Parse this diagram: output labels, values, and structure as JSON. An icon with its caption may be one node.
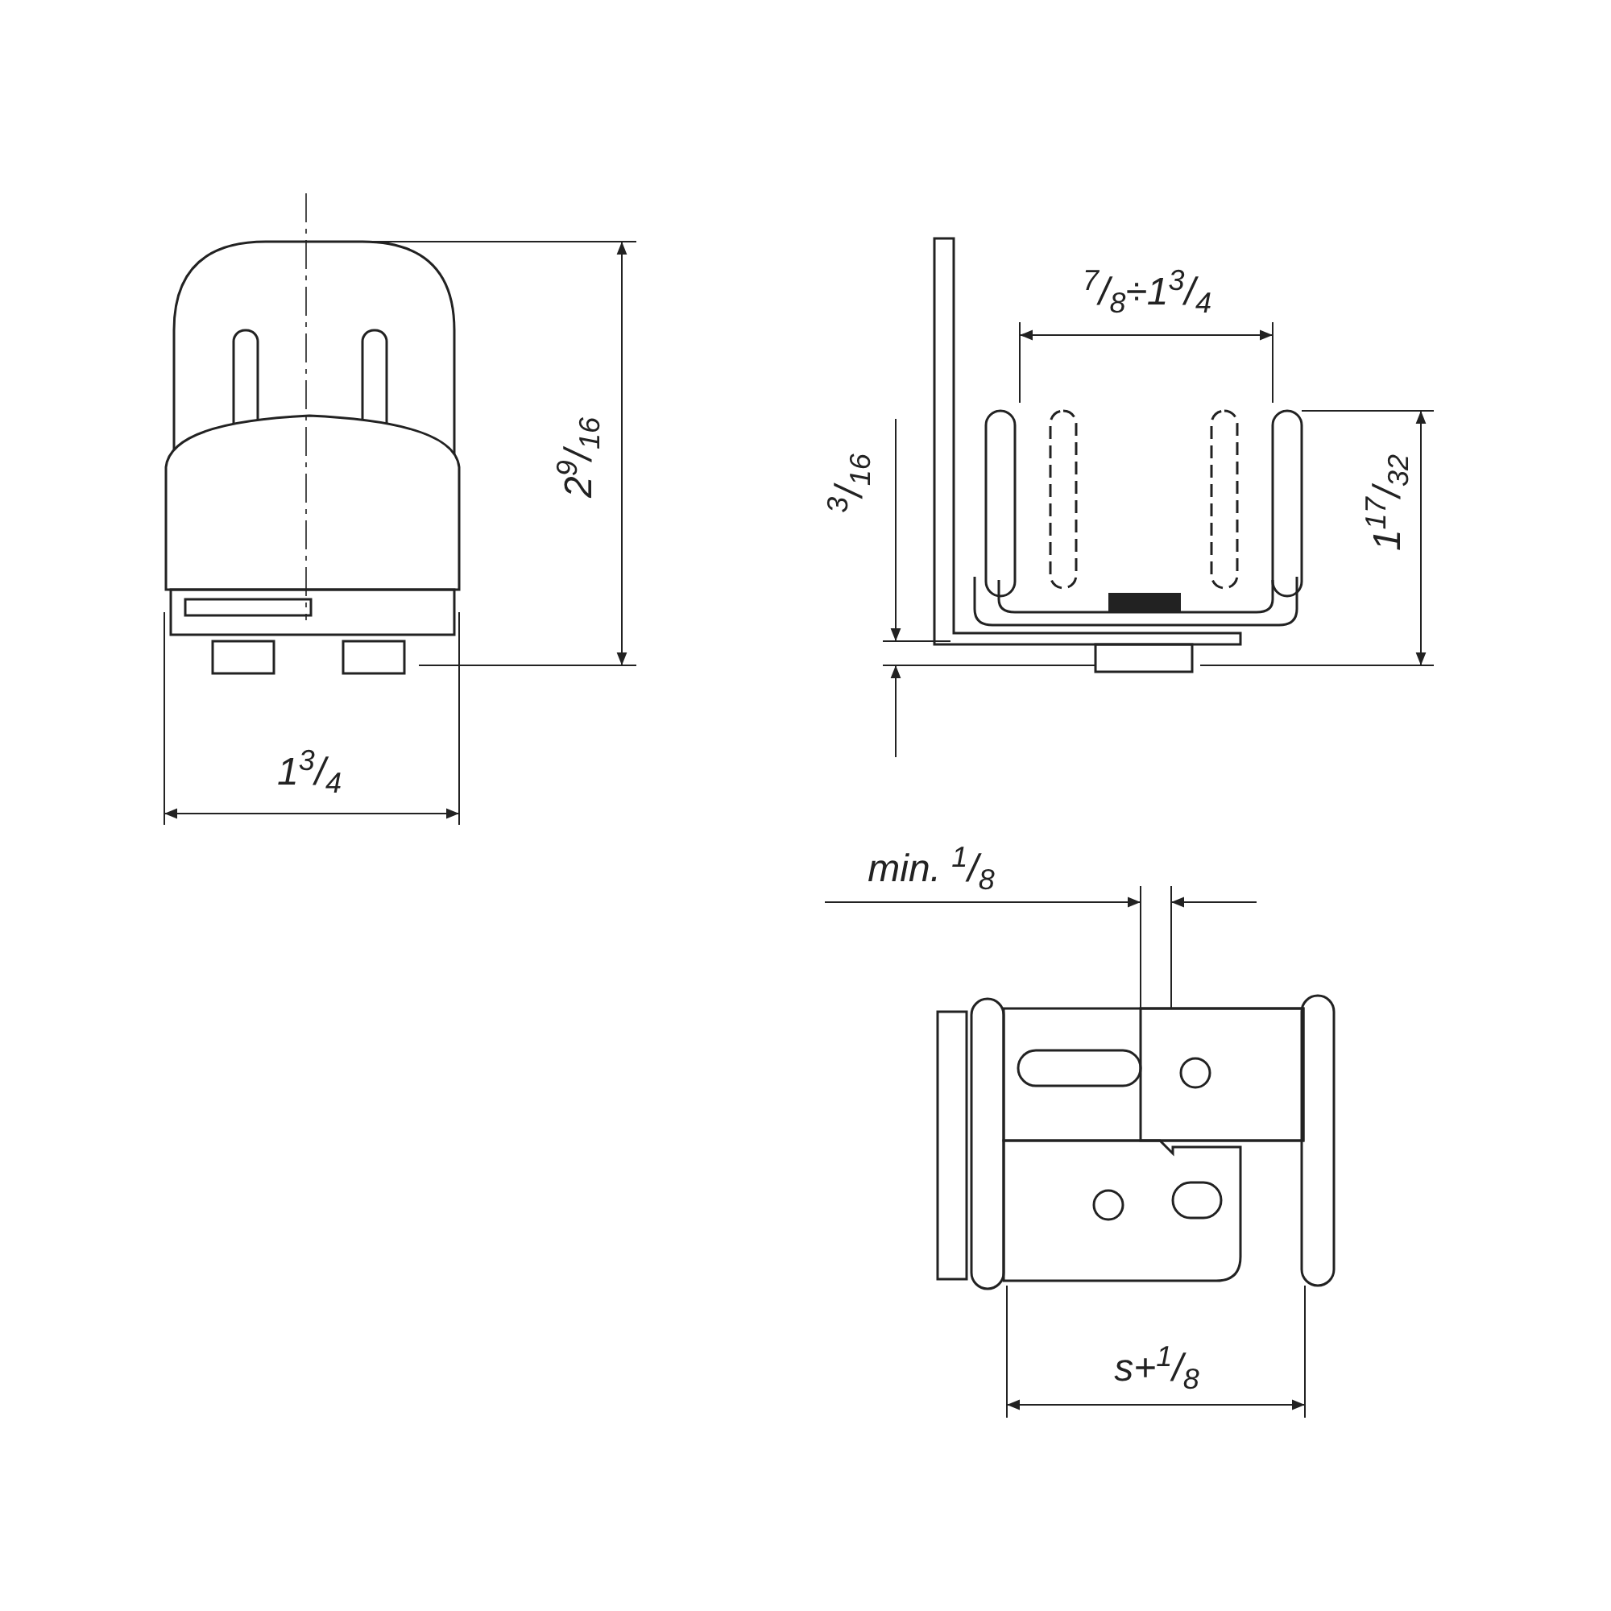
{
  "diagram": {
    "labels": [
      "$^{7}$/$_{8}$÷1$^{3}$/$_{4}$",
      "2$^{9}$/$_{16}$",
      "$^{3}$/$_{16}$",
      "1$^{17}$/$_{32}$",
      "1$^{3}$/$_{4}$",
      "min. $^{1}$/$_{8}$",
      "s+$^{1}$/$_{8}$"
    ]
  }
}
